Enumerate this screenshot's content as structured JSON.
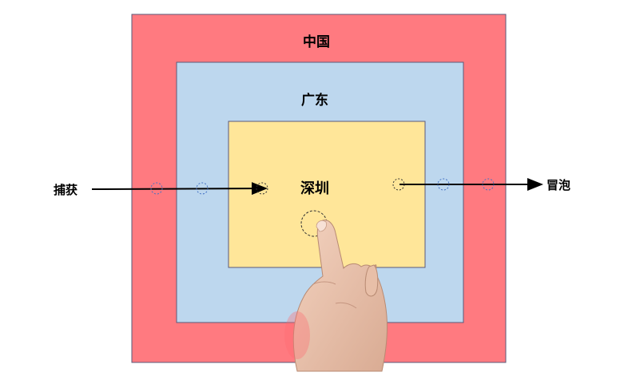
{
  "diagram": {
    "outer": {
      "label": "中国",
      "color": "#ff7a80"
    },
    "middle": {
      "label": "广东",
      "color": "#bdd7ee"
    },
    "inner": {
      "label": "深圳",
      "color": "#ffe699"
    },
    "capture_label": "捕获",
    "bubble_label": "冒泡",
    "border_color": "#5a5a7a",
    "arrow_color": "#000000",
    "circle_outer_color": "#4472c4",
    "circle_inner_color": "#333333",
    "hand_icon": "pointing-hand-icon"
  }
}
